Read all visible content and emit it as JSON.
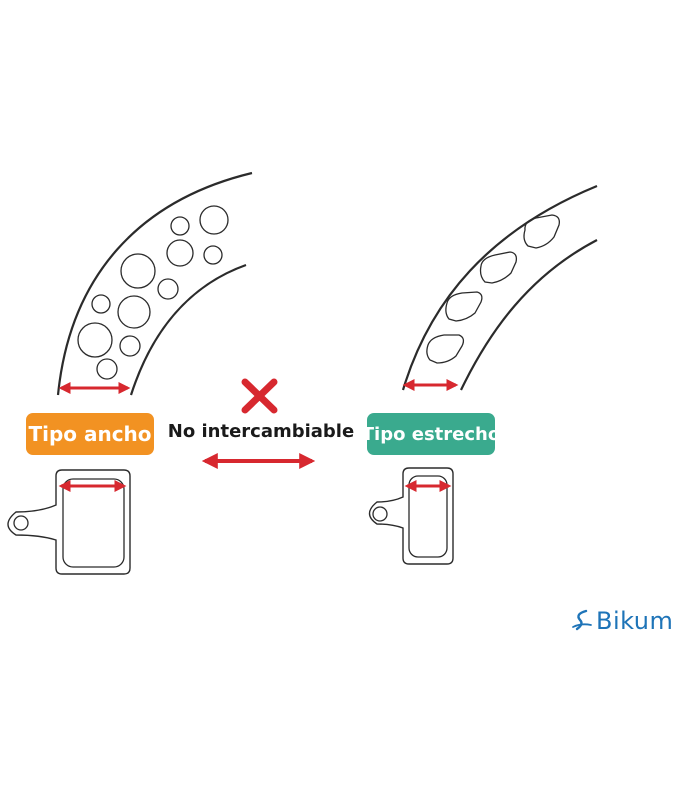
{
  "labels": {
    "wide": "Tipo ancho",
    "narrow": "Tipo estrecho",
    "not_interchangeable": "No intercambiable"
  },
  "brand": {
    "name": "Bikum"
  },
  "icons": {
    "cross": "x-mark-icon",
    "double_arrow": "double-arrow-icon",
    "brand_logo": "bikum-swoosh-icon"
  },
  "colors": {
    "wide_label": "#f29222",
    "narrow_label": "#3aaa8e",
    "arrow_red": "#d7282f",
    "line": "#2b2b2b",
    "brand_blue": "#1e74b8"
  }
}
